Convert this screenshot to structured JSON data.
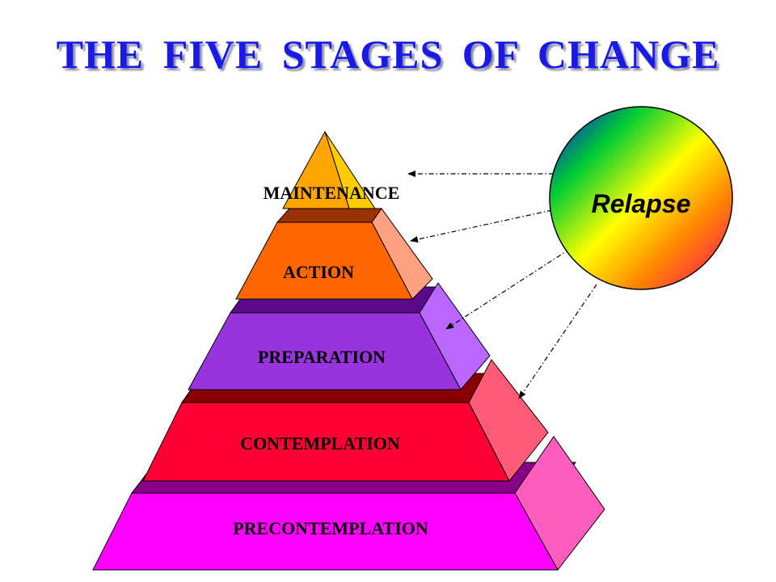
{
  "title": "THE  FIVE  STAGES  OF  CHANGE",
  "stages": [
    {
      "label": "MAINTENANCE",
      "color": "#ffa500"
    },
    {
      "label": "ACTION",
      "color": "#ff6600"
    },
    {
      "label": "PREPARATION",
      "color": "#9933dd"
    },
    {
      "label": "CONTEMPLATION",
      "color": "#ff0033"
    },
    {
      "label": "PRECONTEMPLATION",
      "color": "#ff00ff"
    }
  ],
  "relapse": {
    "label": "Relapse"
  }
}
